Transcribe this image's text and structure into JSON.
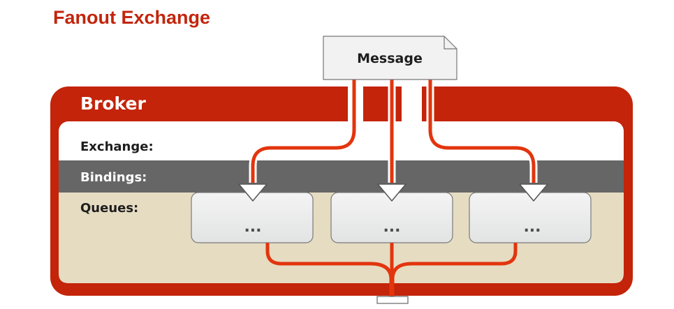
{
  "title": "Fanout Exchange",
  "message": {
    "label": "Message"
  },
  "broker": {
    "label": "Broker",
    "rows": {
      "exchange": "Exchange:",
      "bindings": "Bindings:",
      "queues": "Queues:"
    }
  },
  "queues": [
    {
      "label": "..."
    },
    {
      "label": "..."
    },
    {
      "label": "..."
    }
  ],
  "colors": {
    "broker_red": "#c3240a",
    "title_red": "#c2250c",
    "bindings_gray": "#666666",
    "queues_tan": "#e6dcc2",
    "queue_fill": "#eceded",
    "message_fill": "#f2f2f2",
    "flow_red": "#e2350e"
  }
}
